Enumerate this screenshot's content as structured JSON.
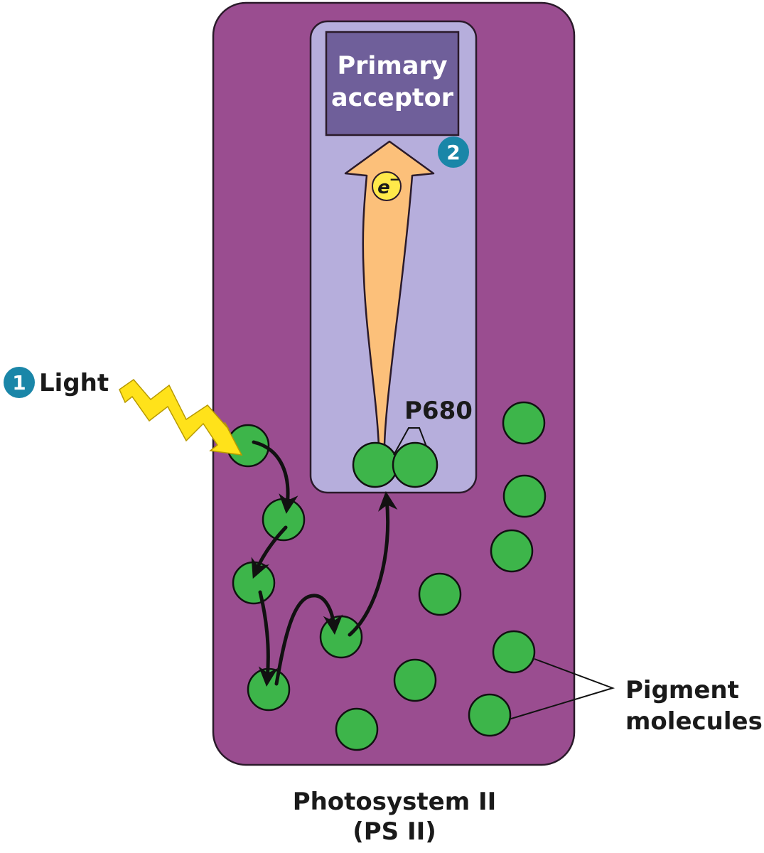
{
  "colors": {
    "photosystem": "#9a4d90",
    "reaction_center": "#b6aedc",
    "primary_acceptor": "#6f5f9a",
    "pigment": "#3db54a",
    "electron_arrow": "#fcc07a",
    "lightning": "#ffe21a",
    "step_badge": "#1a86a8",
    "electron": "#ffe94a"
  },
  "labels": {
    "primary_acceptor_line1": "Primary",
    "primary_acceptor_line2": "acceptor",
    "step1": "1",
    "step2": "2",
    "light": "Light",
    "electron": "e",
    "electron_charge": "−",
    "p680": "P680",
    "pigment_line1": "Pigment",
    "pigment_line2": "molecules",
    "caption_line1": "Photosystem II",
    "caption_line2": "(PS II)"
  },
  "icons": {
    "light": "lightning-bolt-icon",
    "electron": "electron-icon"
  }
}
